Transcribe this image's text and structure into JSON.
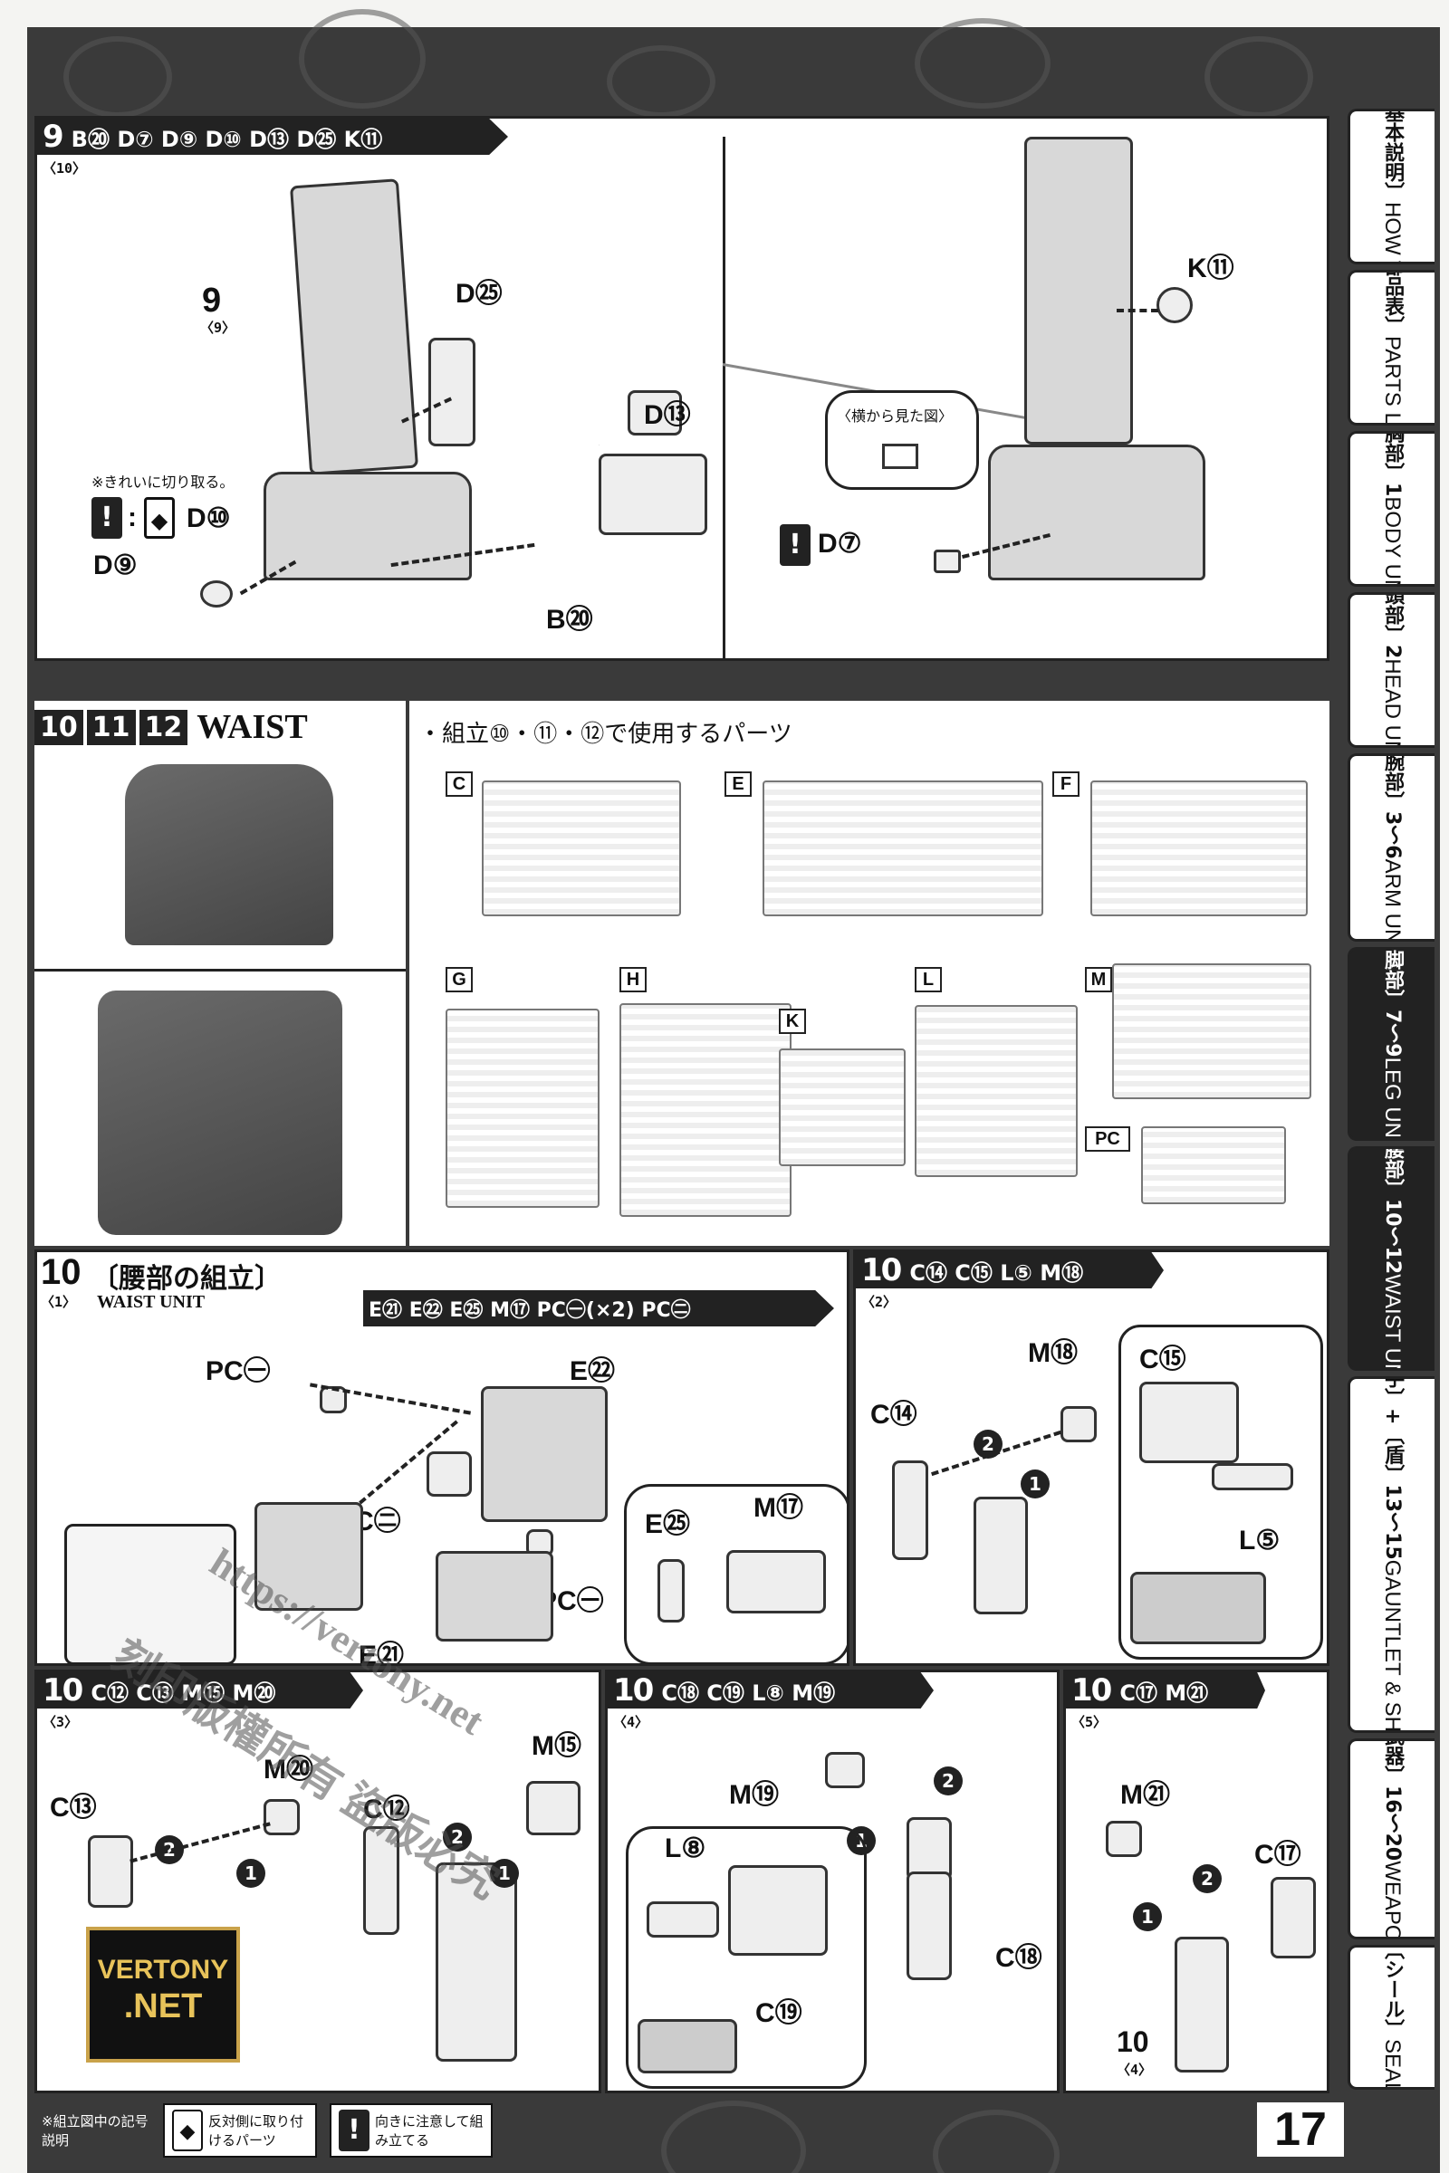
{
  "page_number": "17",
  "step9": {
    "num": "9",
    "sub": "〈10〉",
    "parts": "B⑳ D⑦ D⑨ D⑩ D⑬ D㉕ K⑪",
    "ref": "9",
    "ref_sub": "〈9〉",
    "note_cut": "※きれいに切り取る。",
    "icon_note": ":",
    "labels": {
      "d25": "D㉕",
      "d13": "D⑬",
      "d10": "D⑩",
      "d9": "D⑨",
      "b20": "B⑳",
      "k11": "K⑪",
      "d7": "D⑦"
    },
    "side_view": "〈横から見た図〉"
  },
  "waist_header": {
    "nums": [
      "10",
      "11",
      "12"
    ],
    "title": "WAIST"
  },
  "parts_used": {
    "title": "・組立⑩・⑪・⑫で使用するパーツ",
    "runners": [
      "C",
      "E",
      "F",
      "G",
      "H",
      "K",
      "L",
      "M",
      "PC"
    ]
  },
  "step10_1": {
    "num": "10",
    "sub": "〈1〉",
    "title_jp": "〔腰部の組立〕",
    "title_en": "WAIST UNIT",
    "parts": "E㉑ E㉒ E㉕ M⑰ PC㊀(×2) PC㊁",
    "labels": {
      "pcd1": "PC㊀",
      "e22": "E㉒",
      "pcp": "PC㊁",
      "pcd2": "PC㊀",
      "e25": "E㉕",
      "m17": "M⑰",
      "e21": "E㉑"
    }
  },
  "step10_2": {
    "num": "10",
    "sub": "〈2〉",
    "parts": "C⑭ C⑮ L⑤ M⑱",
    "labels": {
      "m18": "M⑱",
      "c15": "C⑮",
      "c14": "C⑭",
      "l5": "L⑤"
    }
  },
  "step10_3": {
    "num": "10",
    "sub": "〈3〉",
    "parts": "C⑫ C⑬ M⑮ M⑳",
    "labels": {
      "m15": "M⑮",
      "m20": "M⑳",
      "c13": "C⑬",
      "c12": "C⑫"
    }
  },
  "step10_4": {
    "num": "10",
    "sub": "〈4〉",
    "parts": "C⑱ C⑲ L⑧ M⑲",
    "labels": {
      "m19": "M⑲",
      "l8": "L⑧",
      "c18": "C⑱",
      "c19": "C⑲"
    }
  },
  "step10_5": {
    "num": "10",
    "sub": "〈5〉",
    "parts": "C⑰ M㉑",
    "labels": {
      "m21": "M㉑",
      "c17": "C⑰"
    },
    "ref": "10",
    "ref_sub": "〈4〉"
  },
  "order_marks": {
    "one": "1",
    "two": "2"
  },
  "sidebar": [
    {
      "jp": "〔基本説明〕",
      "en": "HOW TO"
    },
    {
      "jp": "〔部品表〕",
      "en": "PARTS LIST"
    },
    {
      "jp": "〔胸部〕1",
      "en": "BODY UNIT"
    },
    {
      "jp": "〔頭部〕2",
      "en": "HEAD UNIT"
    },
    {
      "jp": "〔腕部〕3〜6",
      "en": "ARM UNIT"
    },
    {
      "jp": "〔脚部〕7〜9",
      "en": "LEG UNIT"
    },
    {
      "jp": "〔腰部〕10〜12",
      "en": "WAIST UNIT"
    },
    {
      "jp": "〔籠手〕+〔盾〕13〜15",
      "en": "GAUNTLET & SHIELD"
    },
    {
      "jp": "〔武器〕16〜20",
      "en": "WEAPONS"
    },
    {
      "jp": "〔シール〕",
      "en": "SEAL"
    }
  ],
  "legend": {
    "title": "※組立図中の記号説明",
    "item1": "反対側に取り付けるパーツ",
    "item2": "向きに注意して組み立てる",
    "icon1": "◆",
    "icon2": "!"
  },
  "watermark": {
    "url": "https://vertony.net",
    "text1": "刻印版權所有 盜版必究",
    "logo_top": "VERTONY",
    "logo_bottom": ".NET"
  }
}
